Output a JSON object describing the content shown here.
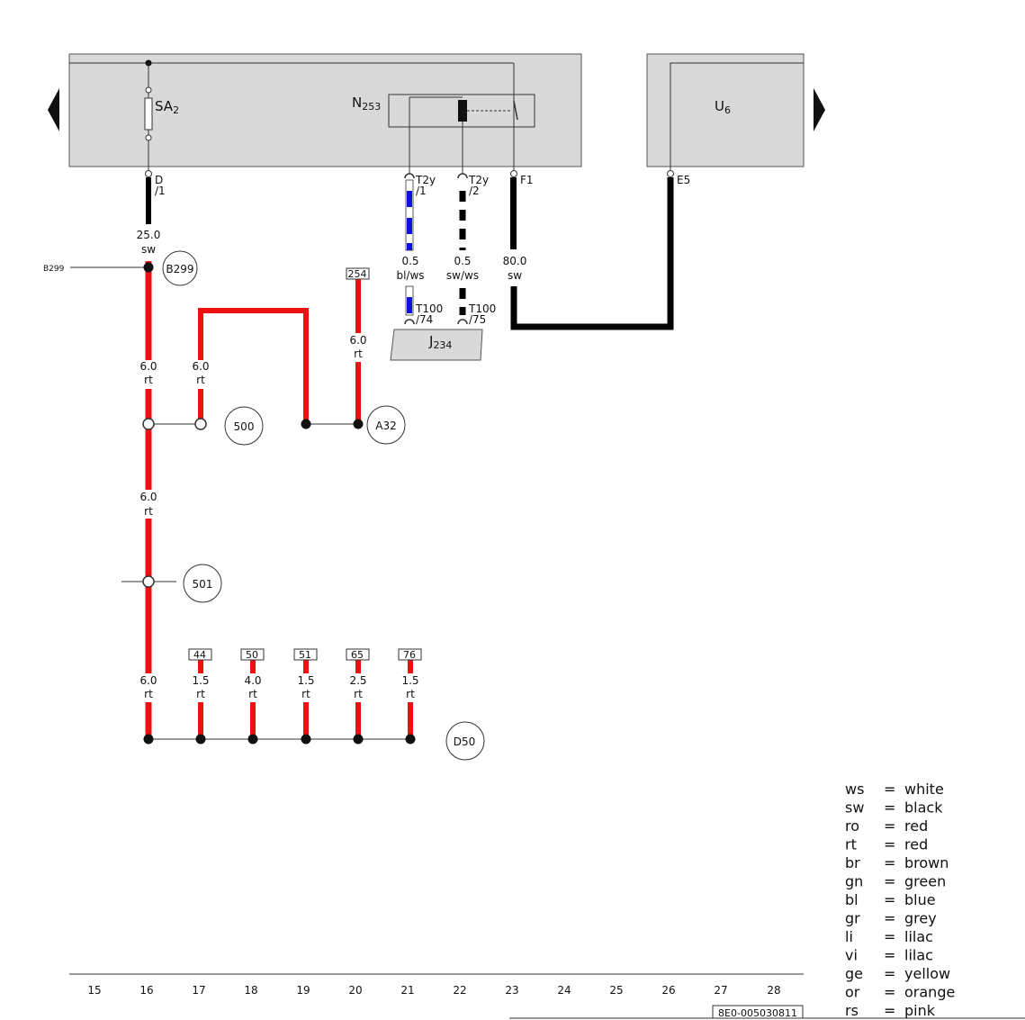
{
  "components": {
    "sa2": {
      "name": "SA",
      "sub": "2"
    },
    "n253": {
      "name": "N",
      "sub": "253"
    },
    "u6": {
      "name": "U",
      "sub": "6"
    },
    "j234": {
      "name": "J",
      "sub": "234"
    }
  },
  "pins": {
    "sa2_d": "D",
    "sa2_d_num": "/1",
    "t2y_1": "T2y",
    "t2y_1_num": "/1",
    "t2y_2": "T2y",
    "t2y_2_num": "/2",
    "f1": "F1",
    "e5": "E5",
    "t100_a": "T100",
    "t100_a_num": "/74",
    "t100_b": "T100",
    "t100_b_num": "/75"
  },
  "wires": {
    "w_main_top": {
      "size": "25.0",
      "color": "sw"
    },
    "w_bl_ws": {
      "size": "0.5",
      "color": "bl/ws"
    },
    "w_sw_ws": {
      "size": "0.5",
      "color": "sw/ws"
    },
    "w_80": {
      "size": "80.0",
      "color": "sw"
    },
    "w_16a": {
      "size": "6.0",
      "color": "rt"
    },
    "w_17a": {
      "size": "6.0",
      "color": "rt"
    },
    "w_20a": {
      "size": "6.0",
      "color": "rt"
    },
    "w_16b": {
      "size": "6.0",
      "color": "rt"
    },
    "w_16c": {
      "size": "6.0",
      "color": "rt"
    },
    "w_17c": {
      "size": "1.5",
      "color": "rt"
    },
    "w_18c": {
      "size": "4.0",
      "color": "rt"
    },
    "w_19c": {
      "size": "1.5",
      "color": "rt"
    },
    "w_20c": {
      "size": "2.5",
      "color": "rt"
    },
    "w_21c": {
      "size": "1.5",
      "color": "rt"
    }
  },
  "connectors": {
    "b299": "B299",
    "b299_left": "B299",
    "c500": "500",
    "a32": "A32",
    "c501": "501",
    "d50": "D50"
  },
  "references": [
    "254",
    "44",
    "50",
    "51",
    "65",
    "76"
  ],
  "columns": [
    "15",
    "16",
    "17",
    "18",
    "19",
    "20",
    "21",
    "22",
    "23",
    "24",
    "25",
    "26",
    "27",
    "28"
  ],
  "doc_code": "8E0-005030811",
  "legend": [
    {
      "code": "ws",
      "eq": "=",
      "name": "white"
    },
    {
      "code": "sw",
      "eq": "=",
      "name": "black"
    },
    {
      "code": "ro",
      "eq": "=",
      "name": "red"
    },
    {
      "code": "rt",
      "eq": "=",
      "name": "red"
    },
    {
      "code": "br",
      "eq": "=",
      "name": "brown"
    },
    {
      "code": "gn",
      "eq": "=",
      "name": "green"
    },
    {
      "code": "bl",
      "eq": "=",
      "name": "blue"
    },
    {
      "code": "gr",
      "eq": "=",
      "name": "grey"
    },
    {
      "code": "li",
      "eq": "=",
      "name": "lilac"
    },
    {
      "code": "vi",
      "eq": "=",
      "name": "lilac"
    },
    {
      "code": "ge",
      "eq": "=",
      "name": "yellow"
    },
    {
      "code": "or",
      "eq": "=",
      "name": "orange"
    },
    {
      "code": "rs",
      "eq": "=",
      "name": "pink"
    }
  ],
  "colors": {
    "red_wire": "#ee1111",
    "black_wire": "#000000",
    "blue_wire": "#1111dd",
    "box_fill": "#d9d9d9"
  }
}
